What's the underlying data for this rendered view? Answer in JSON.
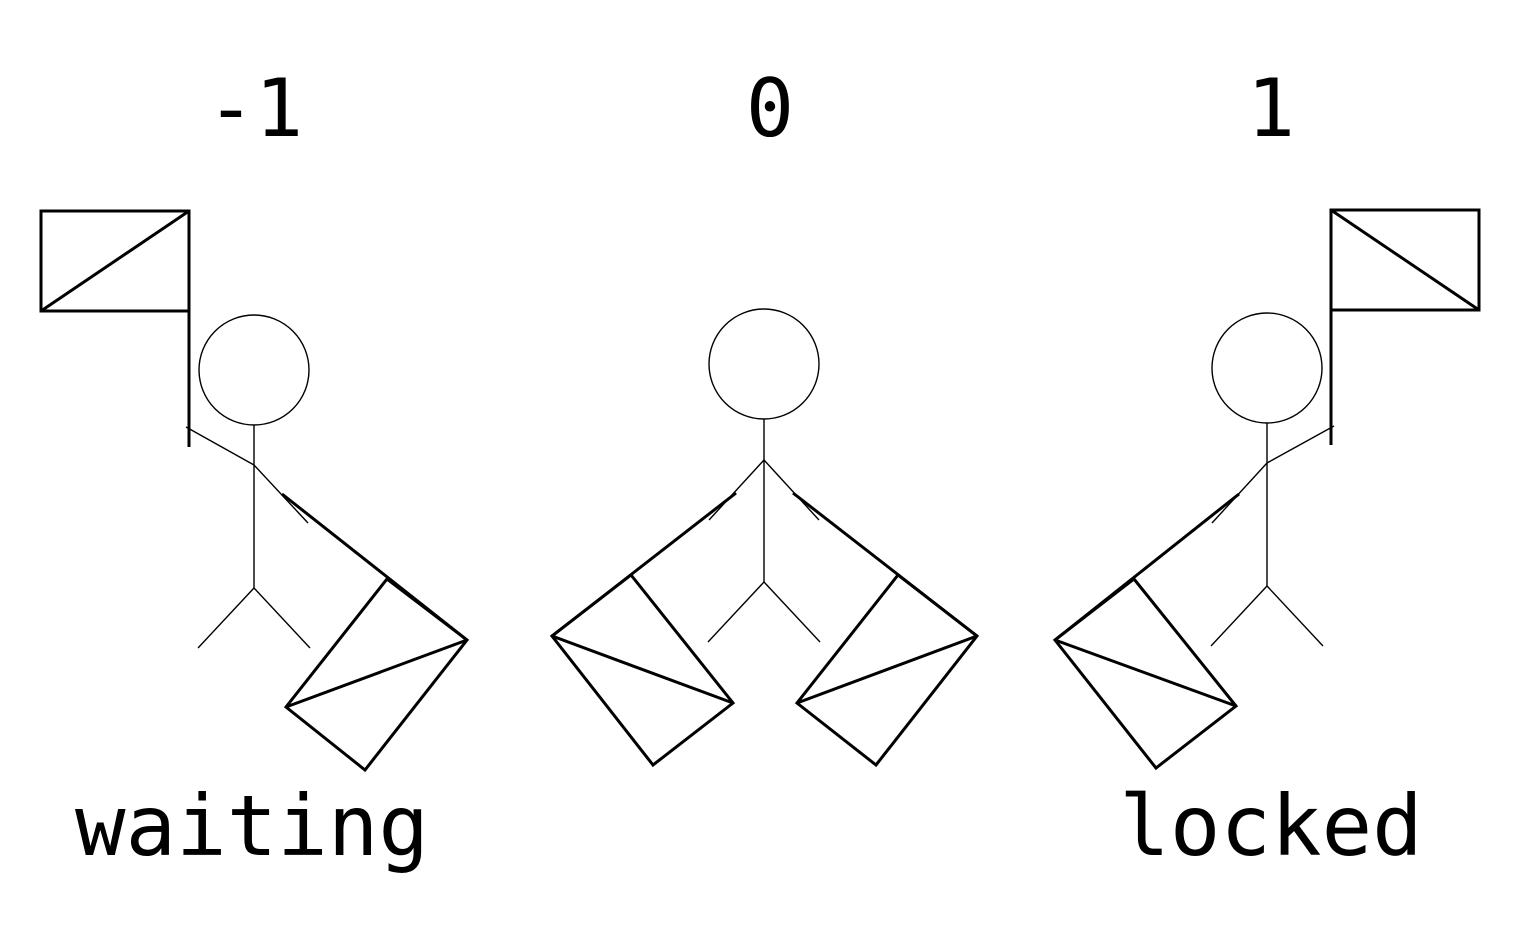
{
  "figures": [
    {
      "key": "left",
      "value": "-1",
      "caption": "waiting",
      "pose": "right-arm-raised-flag"
    },
    {
      "key": "center",
      "value": "0",
      "caption": "",
      "pose": "both-flags-down"
    },
    {
      "key": "right",
      "value": "1",
      "caption": "locked",
      "pose": "left-arm-raised-flag"
    }
  ],
  "colors": {
    "stroke": "#000000",
    "background": "#ffffff"
  }
}
